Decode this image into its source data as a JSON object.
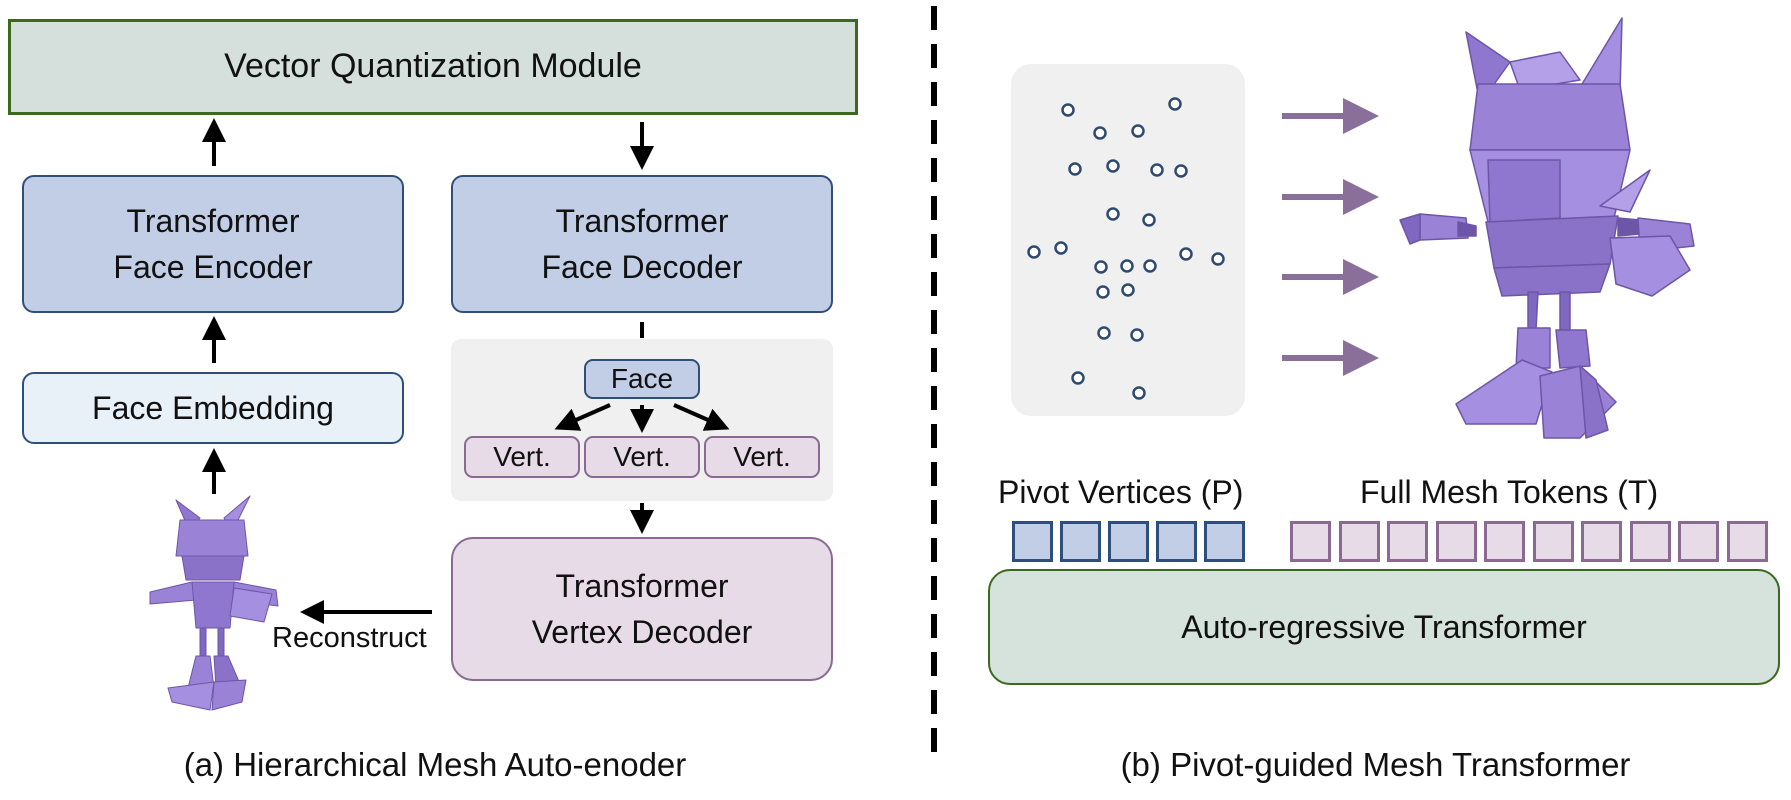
{
  "panel_a": {
    "vq_module": "Vector Quantization Module",
    "encoder": {
      "line1": "Transformer",
      "line2": "Face Encoder"
    },
    "decoder": {
      "line1": "Transformer",
      "line2": "Face Decoder"
    },
    "embedding": "Face Embedding",
    "face_node": "Face",
    "vert_nodes": [
      "Vert.",
      "Vert.",
      "Vert."
    ],
    "vertex_decoder": {
      "line1": "Transformer",
      "line2": "Vertex Decoder"
    },
    "reconstruct_label": "Reconstruct",
    "caption": "(a) Hierarchical Mesh Auto-enoder"
  },
  "panel_b": {
    "pivot_label": "Pivot Vertices (P)",
    "tokens_label": "Full Mesh Tokens (T)",
    "pivot_token_count": 5,
    "mesh_token_count": 10,
    "transformer": "Auto-regressive Transformer",
    "caption": "(b) Pivot-guided Mesh Transformer"
  },
  "colors": {
    "vq_fill": "#d5e0dc",
    "vq_border": "#3b6a1e",
    "encoder_fill": "#c2cde6",
    "encoder_border": "#2f4f7a",
    "embedding_fill": "#e8f0f8",
    "vertex_fill": "#e6dbe7",
    "vertex_border": "#8a6a92",
    "panel_gray": "#f0f0f0",
    "mesh_purple": "#9a82d6",
    "arrow_purple": "#8a6f9a",
    "ar_fill": "#d5e3dc",
    "ar_border": "#3b6a1e"
  }
}
